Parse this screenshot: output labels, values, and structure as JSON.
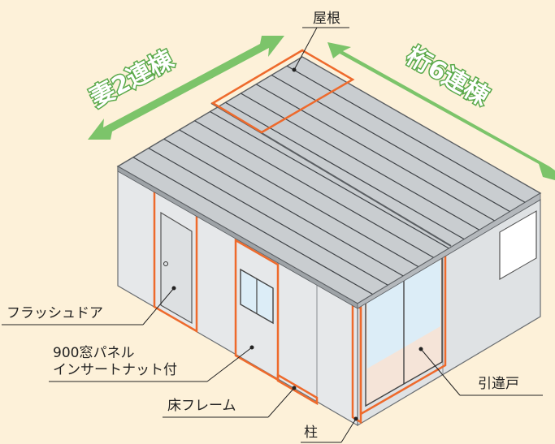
{
  "labels": {
    "roof": "屋根",
    "gable": "妻2連棟",
    "eave": "桁6連棟",
    "flush_door": "フラッシュドア",
    "window_panel_line1": "900窓パネル",
    "window_panel_line2": "インサートナット付",
    "floor_frame": "床フレーム",
    "sliding_door": "引違戸",
    "column": "柱"
  },
  "colors": {
    "background": "#fdf1d9",
    "arrow": "#7cc46a",
    "highlight": "#ee6a2c",
    "roof": "#c9cdd0",
    "wall": "#e6e8ea",
    "glass": "#dcedf7"
  }
}
